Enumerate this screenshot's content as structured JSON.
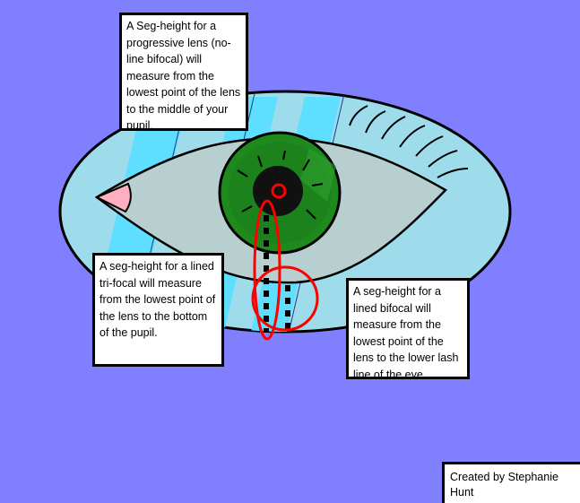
{
  "notes": {
    "progressive": "A Seg-height for a progressive lens (no-line bifocal) will measure from the lowest point of the lens to the middle of your pupil.",
    "trifocal": "A seg-height for a lined tri-focal will measure from the lowest point of the lens to the bottom of the pupil.",
    "bifocal": "A seg-height for a lined bifocal will measure from the lowest point of the lens to the lower lash line of the eye."
  },
  "credit": "Created by Stephanie Hunt",
  "colors": {
    "background": "#8080ff",
    "lens": "#9fdceb",
    "lens_stripe": "#5fdfff",
    "sclera": "#b7cfcf",
    "iris": "#1e8a1e",
    "pupil": "#111111",
    "tear_duct": "#ffb0c0",
    "marker": "#ff0000"
  }
}
